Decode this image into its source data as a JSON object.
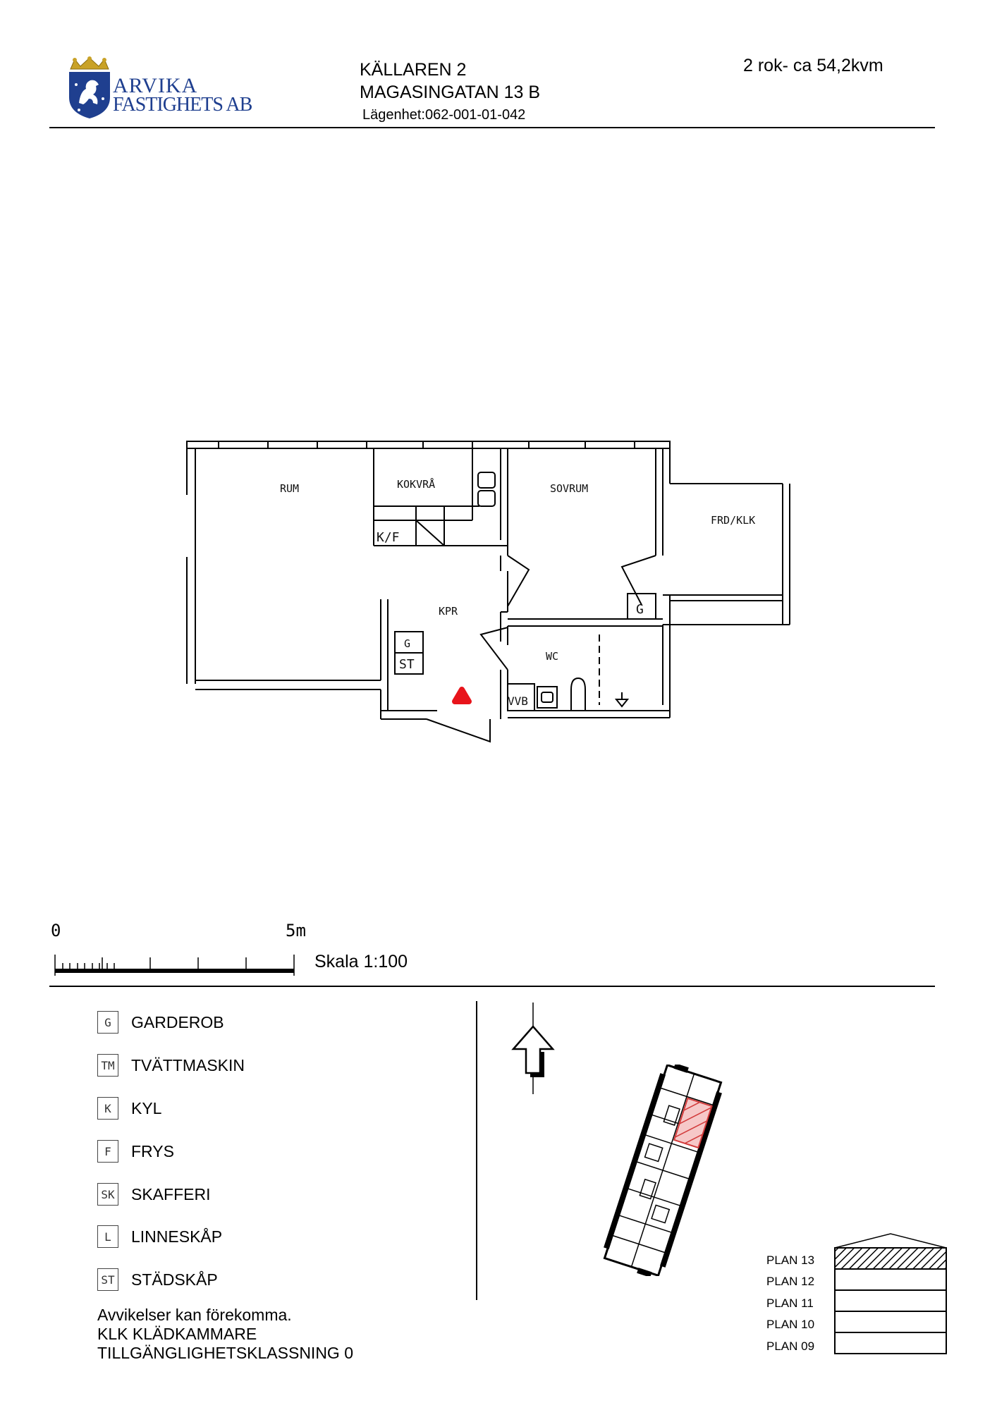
{
  "header": {
    "company_line1": "ARVIKA",
    "company_line2": "FASTIGHETS AB",
    "property": "KÄLLAREN 2",
    "address": "MAGASINGATAN 13 B",
    "apartment": "Lägenhet:062-001-01-042",
    "size": "2 rok- ca 54,2kvm"
  },
  "floorplan": {
    "rooms": [
      "RUM",
      "KOKVRÅ",
      "SOVRUM",
      "FRD/KLK",
      "KPR",
      "WC"
    ],
    "fixtures": [
      "K/F",
      "G",
      "G",
      "ST",
      "VVB"
    ]
  },
  "scale": {
    "start": "0",
    "end": "5m",
    "label": "Skala 1:100"
  },
  "legend": [
    {
      "code": "G",
      "label": "GARDEROB"
    },
    {
      "code": "TM",
      "label": "TVÄTTMASKIN"
    },
    {
      "code": "K",
      "label": "KYL"
    },
    {
      "code": "F",
      "label": "FRYS"
    },
    {
      "code": "SK",
      "label": "SKAFFERI"
    },
    {
      "code": "L",
      "label": "LINNESKÅP"
    },
    {
      "code": "ST",
      "label": "STÄDSKÅP"
    }
  ],
  "notes": {
    "deviation": "Avvikelser kan förekomma.",
    "klk": "KLK KLÄDKAMMARE",
    "access": "TILLGÄNGLIGHETSKLASSNING 0"
  },
  "floors": {
    "labels": [
      "PLAN 13",
      "PLAN 12",
      "PLAN 11",
      "PLAN 10",
      "PLAN 09"
    ],
    "current": "PLAN 13"
  },
  "colors": {
    "logo_blue": "#1f3f8f",
    "logo_gold": "#c9a227",
    "entrance_marker": "#e8141b",
    "highlight": "#d23a3a"
  }
}
